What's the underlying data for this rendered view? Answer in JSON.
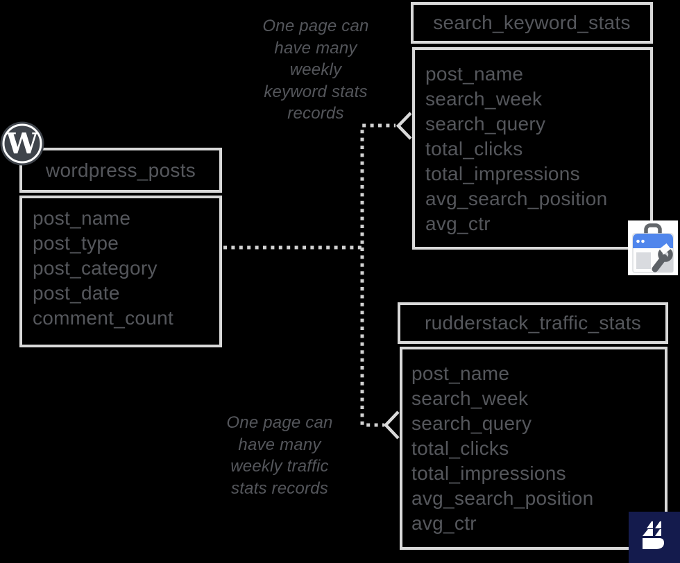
{
  "background": "#000000",
  "palette": {
    "box_border": "#d9d9d9",
    "entity_text": "#55575c",
    "note_text": "#54565b",
    "connector_dots": "#d2d2d2",
    "wordpress_dark": "#3f444b",
    "rudderstack_navy": "#141b4d",
    "gsc_blue": "#5086ec",
    "gsc_wrench_gray": "#5d6166"
  },
  "entities": {
    "wordpress_posts": {
      "title": "wordpress_posts",
      "fields": [
        "post_name",
        "post_type",
        "post_category",
        "post_date",
        "comment_count"
      ]
    },
    "search_keyword_stats": {
      "title": "search_keyword_stats",
      "fields": [
        "post_name",
        "search_week",
        "search_query",
        "total_clicks",
        "total_impressions",
        "avg_search_position",
        "avg_ctr"
      ]
    },
    "rudderstack_traffic_stats": {
      "title": "rudderstack_traffic_stats",
      "fields": [
        "post_name",
        "search_week",
        "search_query",
        "total_clicks",
        "total_impressions",
        "avg_search_position",
        "avg_ctr"
      ]
    }
  },
  "notes": {
    "top": {
      "lines": [
        "One page can",
        "have many",
        "weekly",
        "keyword stats",
        "records"
      ]
    },
    "bottom": {
      "lines": [
        "One page can",
        "have many",
        "weekly traffic",
        "stats records"
      ]
    }
  },
  "icons": {
    "wordpress": "wordpress-logo",
    "search_console": "google-search-console-icon",
    "rudderstack": "rudderstack-logo"
  }
}
